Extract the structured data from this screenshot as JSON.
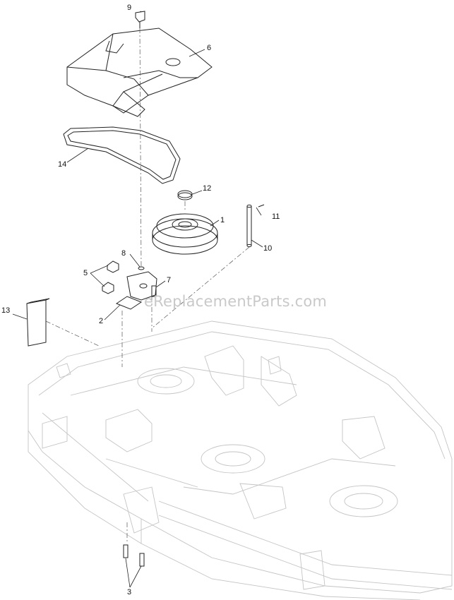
{
  "watermark": "eReplacementParts.com",
  "callouts": {
    "c1": "1",
    "c2": "2",
    "c3": "3",
    "c5": "5",
    "c6": "6",
    "c7": "7",
    "c8": "8",
    "c9": "9",
    "c10": "10",
    "c11": "11",
    "c12": "12",
    "c13": "13",
    "c14": "14"
  },
  "colors": {
    "line": "#222222",
    "ghost_line": "#c4c4c4",
    "watermark": "#c9c9c9",
    "background": "#ffffff"
  }
}
